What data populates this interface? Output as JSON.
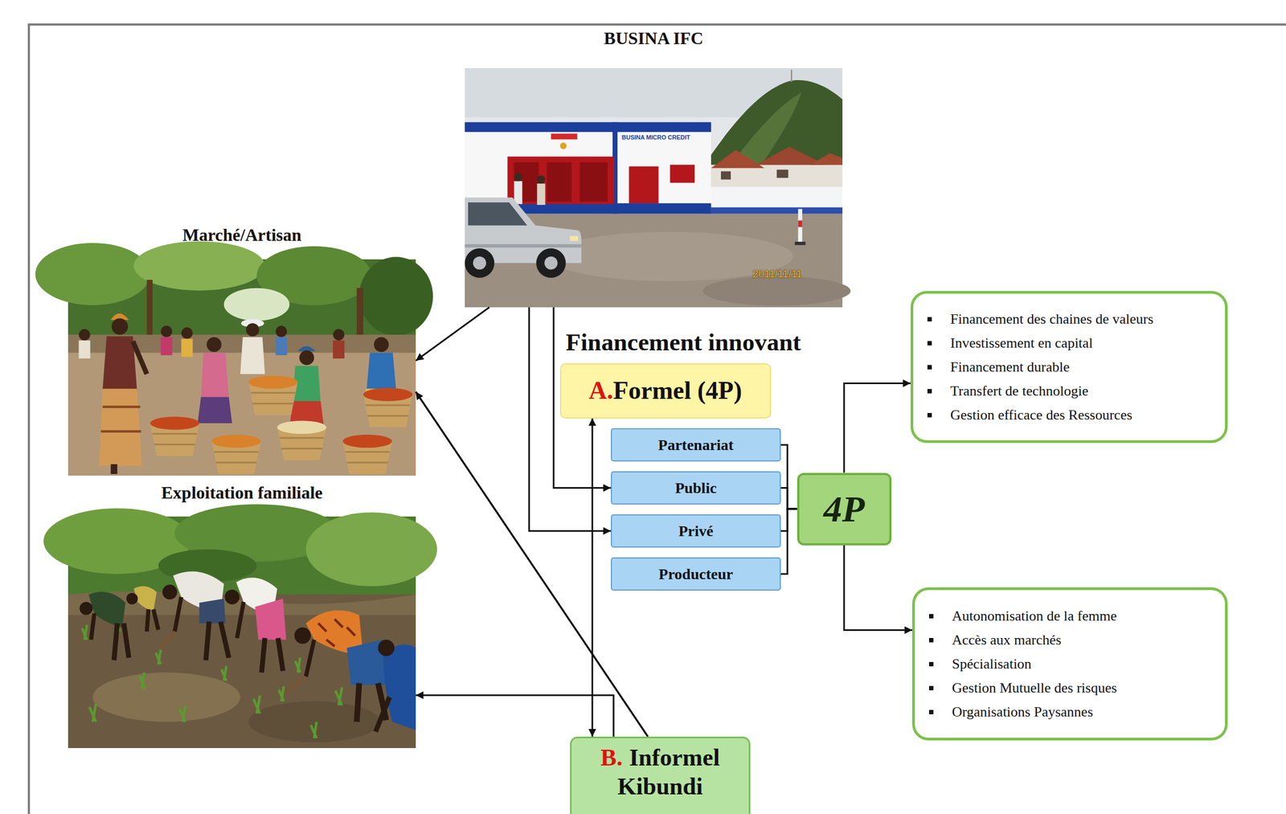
{
  "diagram": {
    "nodes": [
      {
        "text": [
          "BUSINA IFC",
          "BUSINA MICRO CREDIT",
          "2011/11/11"
        ]
      },
      {
        "text": [
          "Marché/Artisan"
        ]
      },
      {
        "text": [
          "Exploitation familiale"
        ]
      },
      {
        "text": [
          "A.",
          "Formel (4P)"
        ]
      },
      {
        "text": [
          "Partenariat"
        ]
      },
      {
        "text": [
          "Public"
        ]
      },
      {
        "text": [
          "Privé"
        ]
      },
      {
        "text": [
          "Producteur"
        ]
      },
      {
        "text": [
          "4P"
        ]
      },
      {
        "text": [
          "Financement des chaines de valeurs",
          "Investissement en capital",
          "Financement durable",
          "Transfert de technologie",
          "Gestion efficace des Ressources"
        ]
      },
      {
        "text": [
          "Autonomisation de la femme",
          "Accès aux marchés",
          "Spécialisation",
          "Gestion Mutuelle des risques",
          "Organisations Paysannes"
        ]
      },
      {
        "text": [
          "B.",
          "Informel Kibundi"
        ]
      }
    ],
    "edges": [
      {
        "from": 0,
        "to": 1,
        "arrow": "to"
      },
      {
        "from": 0,
        "to": 5,
        "arrow": "to"
      },
      {
        "from": 0,
        "to": 6,
        "arrow": "to"
      },
      {
        "from": 3,
        "to": 11,
        "arrow": "both"
      },
      {
        "from": 11,
        "to": 1,
        "arrow": "to"
      },
      {
        "from": 11,
        "to": 2,
        "arrow": "to"
      },
      {
        "from": 4,
        "to": 8,
        "arrow": "none"
      },
      {
        "from": 5,
        "to": 8,
        "arrow": "none"
      },
      {
        "from": 6,
        "to": 8,
        "arrow": "none"
      },
      {
        "from": 7,
        "to": 8,
        "arrow": "none"
      },
      {
        "from": 8,
        "to": 9,
        "arrow": "to"
      },
      {
        "from": 8,
        "to": 10,
        "arrow": "to"
      }
    ],
    "labels": [
      "Financement innovant"
    ]
  }
}
